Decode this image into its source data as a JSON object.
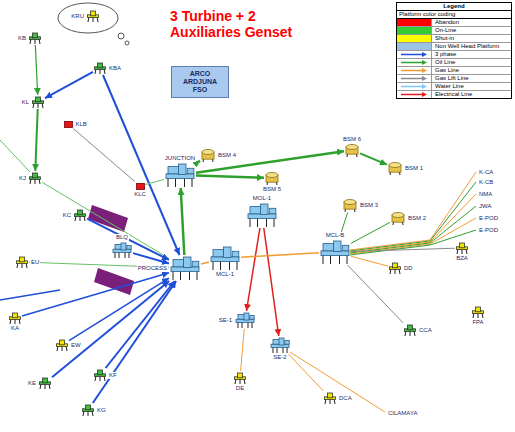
{
  "diagram": {
    "title": "3 Turbine + 2 Auxiliaries Genset",
    "nodes": [
      {
        "text": [
          "ARCO ARDJUNA FSO"
        ]
      },
      {
        "text": [
          "KB"
        ]
      },
      {
        "text": [
          "KRU"
        ]
      },
      {
        "text": [
          "KBA"
        ]
      },
      {
        "text": [
          "KL"
        ]
      },
      {
        "text": [
          "KLB"
        ]
      },
      {
        "text": [
          "KJ"
        ]
      },
      {
        "text": [
          "KC"
        ]
      },
      {
        "text": [
          "KLC"
        ]
      },
      {
        "text": [
          "EU"
        ]
      },
      {
        "text": [
          "KA"
        ]
      },
      {
        "text": [
          "EW"
        ]
      },
      {
        "text": [
          "KE"
        ]
      },
      {
        "text": [
          "KF"
        ]
      },
      {
        "text": [
          "KG"
        ]
      },
      {
        "text": [
          "DE"
        ]
      },
      {
        "text": [
          "DCA"
        ]
      },
      {
        "text": [
          "DD"
        ]
      },
      {
        "text": [
          "CCA"
        ]
      },
      {
        "text": [
          "BZA"
        ]
      },
      {
        "text": [
          "FPA"
        ]
      },
      {
        "text": [
          "BSM 4"
        ]
      },
      {
        "text": [
          "BSM 5"
        ]
      },
      {
        "text": [
          "BSM 6"
        ]
      },
      {
        "text": [
          "BSM 1"
        ]
      },
      {
        "text": [
          "BSM 3"
        ]
      },
      {
        "text": [
          "BSM 2"
        ]
      },
      {
        "text": [
          "JUNCTION"
        ]
      },
      {
        "text": [
          "PROCESS"
        ]
      },
      {
        "text": [
          "MOL-1"
        ]
      },
      {
        "text": [
          "MCL-1"
        ]
      },
      {
        "text": [
          "MCL-B"
        ]
      },
      {
        "text": [
          "SE-1"
        ]
      },
      {
        "text": [
          "SE-2"
        ]
      },
      {
        "text": [
          "BLQ"
        ]
      }
    ],
    "edges": [
      {
        "from": 1,
        "to": 4,
        "arrow": "to"
      },
      {
        "from": 3,
        "to": 4,
        "arrow": "to"
      },
      {
        "from": 4,
        "to": 6,
        "arrow": "to"
      },
      {
        "from": 3,
        "to": 28,
        "arrow": "to"
      },
      {
        "from": 6,
        "to": 28,
        "arrow": "none"
      },
      {
        "from": 7,
        "to": 28,
        "arrow": "to"
      },
      {
        "from": 9,
        "to": 28,
        "arrow": "none"
      },
      {
        "from": 10,
        "to": 28,
        "arrow": "to"
      },
      {
        "from": 11,
        "to": 28,
        "arrow": "to"
      },
      {
        "from": 12,
        "to": 28,
        "arrow": "to"
      },
      {
        "from": 13,
        "to": 28,
        "arrow": "to"
      },
      {
        "from": 28,
        "to": 27,
        "arrow": "to"
      },
      {
        "from": 27,
        "to": 21,
        "arrow": "to"
      },
      {
        "from": 27,
        "to": 22,
        "arrow": "to"
      },
      {
        "from": 27,
        "to": 23,
        "arrow": "to"
      },
      {
        "from": 23,
        "to": 24,
        "arrow": "to"
      },
      {
        "from": 29,
        "to": 32,
        "arrow": "to"
      },
      {
        "from": 29,
        "to": 33,
        "arrow": "to"
      },
      {
        "from": 28,
        "to": 30,
        "arrow": "none"
      },
      {
        "from": 32,
        "to": 15,
        "arrow": "none"
      },
      {
        "from": 33,
        "to": 16,
        "arrow": "none"
      },
      {
        "from": 31,
        "to": 17,
        "arrow": "none"
      },
      {
        "from": 31,
        "to": 18,
        "arrow": "none"
      },
      {
        "from": 31,
        "to": 19,
        "arrow": "none"
      },
      {
        "from": 30,
        "to": 31,
        "arrow": "none"
      },
      {
        "from": 34,
        "to": 28,
        "arrow": "to"
      },
      {
        "from": 25,
        "to": 31,
        "arrow": "none"
      },
      {
        "from": 26,
        "to": 31,
        "arrow": "none"
      },
      {
        "from": 14,
        "to": 28,
        "arrow": "to"
      },
      {
        "from": 8,
        "to": 27,
        "arrow": "none"
      },
      {
        "from": 5,
        "to": 8,
        "arrow": "none"
      }
    ],
    "labels": [
      "Legend",
      "Platform color coding",
      "K-CA",
      "K-CB",
      "NMA",
      "JWA",
      "E-POD",
      "E-POD",
      "CILAMAYA"
    ],
    "legend": [
      {
        "text": "Abandon",
        "color": "#ff0000"
      },
      {
        "text": "On-Line",
        "color": "#33cc33"
      },
      {
        "text": "Shut-in",
        "color": "#ffff00"
      },
      {
        "text": "Non Well Head Platform",
        "color": "#9cc3e6"
      },
      {
        "text": "3 phase"
      },
      {
        "text": "Oil Line"
      },
      {
        "text": "Gas Line"
      },
      {
        "text": "Gas Lift Line"
      },
      {
        "text": "Water Line"
      },
      {
        "text": "Electrical Line"
      }
    ]
  }
}
